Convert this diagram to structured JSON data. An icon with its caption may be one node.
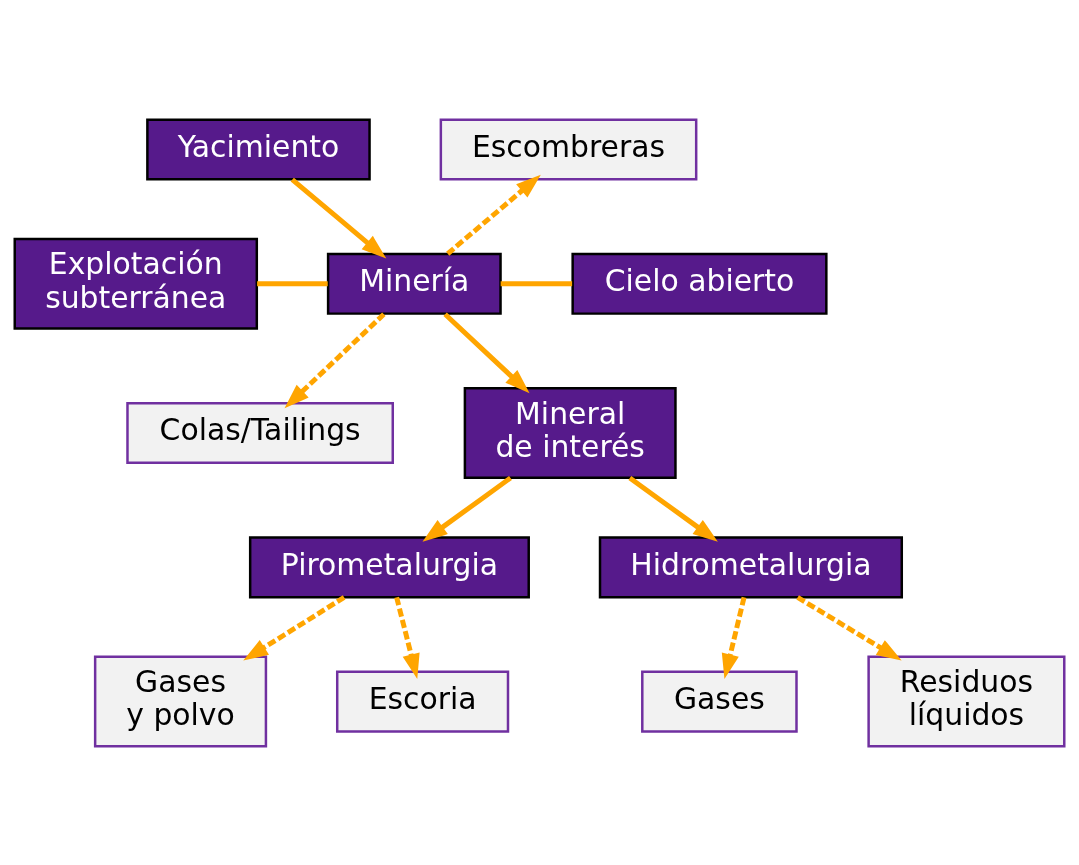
{
  "diagram": {
    "nodes": [
      {
        "text": [
          "Yacimiento"
        ]
      },
      {
        "text": [
          "Escombreras"
        ]
      },
      {
        "text": [
          "Explotación subterránea"
        ]
      },
      {
        "text": [
          "Minería"
        ]
      },
      {
        "text": [
          "Cielo abierto"
        ]
      },
      {
        "text": [
          "Colas/Tailings"
        ]
      },
      {
        "text": [
          "Mineral de interés"
        ]
      },
      {
        "text": [
          "Pirometalurgia"
        ]
      },
      {
        "text": [
          "Hidrometalurgia"
        ]
      },
      {
        "text": [
          "Gases y polvo"
        ]
      },
      {
        "text": [
          "Escoria"
        ]
      },
      {
        "text": [
          "Gases"
        ]
      },
      {
        "text": [
          "Residuos líquidos"
        ]
      }
    ],
    "edges": [
      {
        "from": 0,
        "to": 3,
        "arrow": "to"
      },
      {
        "from": 3,
        "to": 1,
        "arrow": "to",
        "style": "dashed"
      },
      {
        "from": 2,
        "to": 3,
        "arrow": "none"
      },
      {
        "from": 3,
        "to": 4,
        "arrow": "none"
      },
      {
        "from": 3,
        "to": 6,
        "arrow": "to"
      },
      {
        "from": 3,
        "to": 5,
        "arrow": "to",
        "style": "dashed"
      },
      {
        "from": 6,
        "to": 7,
        "arrow": "to"
      },
      {
        "from": 6,
        "to": 8,
        "arrow": "to"
      },
      {
        "from": 7,
        "to": 9,
        "arrow": "to",
        "style": "dashed"
      },
      {
        "from": 7,
        "to": 10,
        "arrow": "to",
        "style": "dashed"
      },
      {
        "from": 8,
        "to": 11,
        "arrow": "to",
        "style": "dashed"
      },
      {
        "from": 8,
        "to": 12,
        "arrow": "to",
        "style": "dashed"
      }
    ]
  }
}
